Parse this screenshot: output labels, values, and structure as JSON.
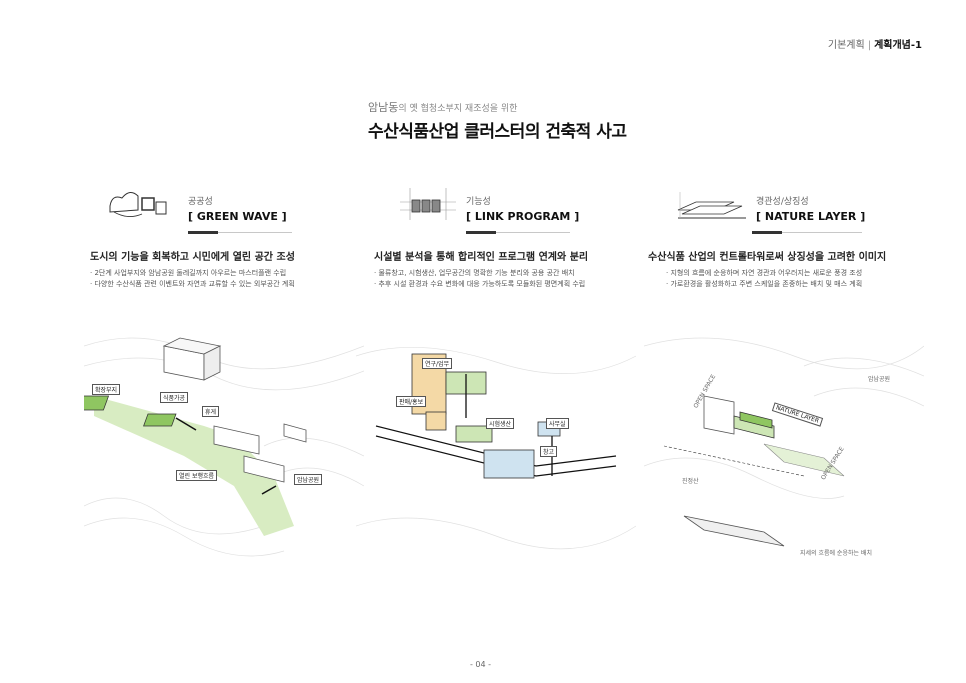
{
  "header": {
    "section": "기본계획",
    "separator": "|",
    "current": "계획개념-1"
  },
  "subtitle": {
    "highlight": "암남동",
    "rest": "의 옛 협청소부지 재조성을 위한"
  },
  "title": "수산식품산업 클러스터의 건축적 사고",
  "columns": [
    {
      "category": "공공성",
      "name": "[ GREEN WAVE ]",
      "heading": "도시의 기능을 회복하고 시민에게 열린 공간 조성",
      "bullets": [
        "· 2단계 사업부지와 암남공원 둘레길까지 아우르는 마스터플랜 수립",
        "· 다양한 수산식품 관련 이벤트와 자연과 교류할 수 있는 외부공간 계획"
      ],
      "labels": [
        "확장부지",
        "식품가공",
        "휴게",
        "열린 보행흐름",
        "암남공원"
      ]
    },
    {
      "category": "기능성",
      "name": "[ LINK PROGRAM ]",
      "heading": "시설별 분석을 통해 합리적인 프로그램 연계와 분리",
      "bullets": [
        "· 물류창고, 시험생산, 업무공간의 명확한 기능 분리와 공용 공간 배치",
        "· 추후 시설 환경과 수요 변화에 대응 가능하도록 모듈화된 평면계획 수립"
      ],
      "labels": [
        "연구/업무",
        "판매/홍보",
        "시험생산",
        "사무실",
        "창고"
      ]
    },
    {
      "category": "경관성/상징성",
      "name": "[ NATURE LAYER ]",
      "heading": "수산식품 산업의 컨트롤타워로써 상징성을 고려한 이미지",
      "bullets": [
        "· 지형의 흐름에 순응하며 자연 경관과 어우러지는 새로운 풍경 조성",
        "· 가로환경을 활성화하고 주변 스케일을 존중하는 배치 및 매스 계획"
      ],
      "labels": [
        "OPEN SPACE",
        "NATURE LAYER",
        "OPEN SPACE"
      ],
      "notes": [
        "암남공원",
        "진정산",
        "지세의 흐름에 순응하는 배치"
      ]
    }
  ],
  "page_number": "- 04 -",
  "colors": {
    "green": "#8fc661",
    "light_green": "#cde6b5",
    "blue": "#cfe3f0",
    "accent_yellow": "#f4d9a6"
  }
}
